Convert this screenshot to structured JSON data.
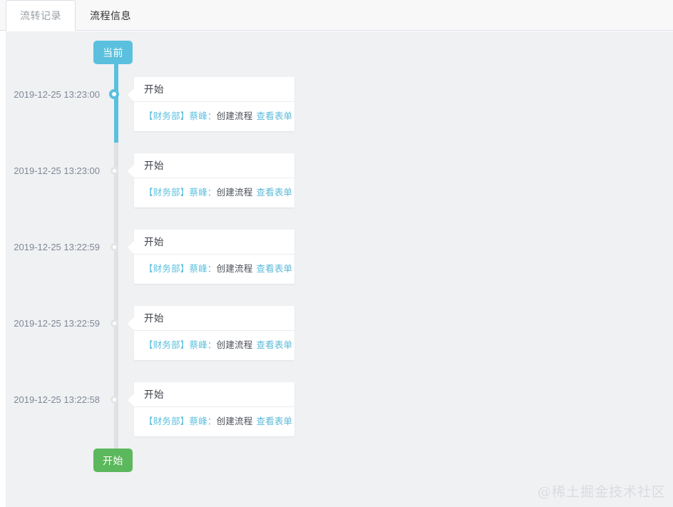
{
  "tabs": [
    {
      "label": "流转记录",
      "active": true
    },
    {
      "label": "流程信息",
      "active": false
    }
  ],
  "timeline": {
    "current_badge": "当前",
    "start_badge": "开始",
    "colors": {
      "active": "#5bc0de",
      "rail_idle": "#dfe2e4",
      "start": "#5cb85c",
      "link": "#5ab8d8",
      "panel_bg": "#f0f1f3"
    },
    "entries": [
      {
        "time": "2019-12-25 13:23:00",
        "title": "开始",
        "dept": "【财务部】",
        "person": "蔡峰：",
        "action": "创建流程",
        "link": "查看表单",
        "state": "active"
      },
      {
        "time": "2019-12-25 13:23:00",
        "title": "开始",
        "dept": "【财务部】",
        "person": "蔡峰：",
        "action": "创建流程",
        "link": "查看表单",
        "state": "idle"
      },
      {
        "time": "2019-12-25 13:22:59",
        "title": "开始",
        "dept": "【财务部】",
        "person": "蔡峰：",
        "action": "创建流程",
        "link": "查看表单",
        "state": "idle"
      },
      {
        "time": "2019-12-25 13:22:59",
        "title": "开始",
        "dept": "【财务部】",
        "person": "蔡峰：",
        "action": "创建流程",
        "link": "查看表单",
        "state": "idle"
      },
      {
        "time": "2019-12-25 13:22:58",
        "title": "开始",
        "dept": "【财务部】",
        "person": "蔡峰：",
        "action": "创建流程",
        "link": "查看表单",
        "state": "idle"
      }
    ]
  },
  "watermark": "@稀土掘金技术社区"
}
